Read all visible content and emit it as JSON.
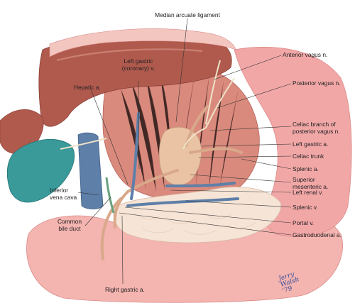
{
  "labels": {
    "median_arcuate_ligament": "Median arcuate ligament",
    "anterior_vagus_n": "Anterior vagus n.",
    "left_gastric_coronary_v": "Left gastric\n(coronary) v.",
    "posterior_vagus_n": "Posterior vagus n.",
    "hepatic_a": "Hepatic a.",
    "celiac_branch_posterior_vagus": "Celiac branch of\nposterior vagus n.",
    "left_gastric_a": "Left gastric a.",
    "celiac_trunk": "Celiac trunk",
    "splenic_a": "Splenic a.",
    "superior_mesenteric_a": "Superior\nmesenteric a.",
    "inferior_vena_cava": "Inferior\nvena cava",
    "left_renal_v": "Left renal v.",
    "splenic_v": "Splenic v.",
    "common_bile_duct": "Common\nbile duct",
    "portal_v": "Portal v.",
    "gastroduodenal_a": "Gastroduodenal a.",
    "right_gastric_a": "Right gastric a."
  },
  "signature": "Jerry\nWalsh\n'79",
  "colors": {
    "liver": "#b05a4e",
    "liver_highlight": "#d08a7c",
    "stomach": "#f2a7a7",
    "stomach_light": "#f9d3cf",
    "muscle": "#d98a7d",
    "muscle_dark": "#b8625a",
    "aorta": "#e9c3a4",
    "vein": "#5e7fa8",
    "gallbladder": "#3a9a9a",
    "pancreas": "#f6e4d6",
    "nerve": "#efe3c8",
    "leader": "#333333"
  }
}
